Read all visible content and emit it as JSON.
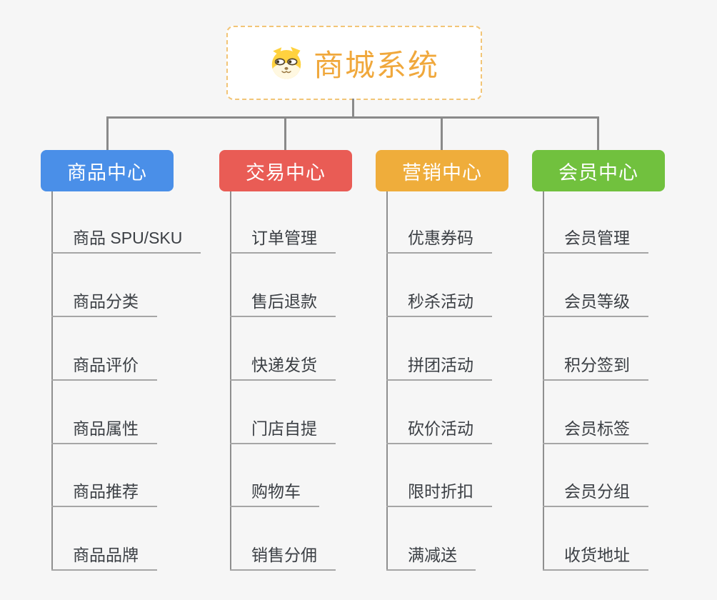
{
  "app": {
    "background_color": "#f6f6f6",
    "connector_color": "#8a8a8a"
  },
  "root": {
    "title": "商城系统",
    "icon": "dog-face-icon",
    "text_color": "#f0a83c",
    "border_color": "#f2c577"
  },
  "branches": [
    {
      "label": "商品中心",
      "color": "#4a8fe8",
      "items": [
        "商品 SPU/SKU",
        "商品分类",
        "商品评价",
        "商品属性",
        "商品推荐",
        "商品品牌"
      ]
    },
    {
      "label": "交易中心",
      "color": "#e95c55",
      "items": [
        "订单管理",
        "售后退款",
        "快递发货",
        "门店自提",
        "购物车",
        "销售分佣"
      ]
    },
    {
      "label": "营销中心",
      "color": "#efad3b",
      "items": [
        "优惠券码",
        "秒杀活动",
        "拼团活动",
        "砍价活动",
        "限时折扣",
        "满减送"
      ]
    },
    {
      "label": "会员中心",
      "color": "#71c13e",
      "items": [
        "会员管理",
        "会员等级",
        "积分签到",
        "会员标签",
        "会员分组",
        "收货地址"
      ]
    }
  ]
}
